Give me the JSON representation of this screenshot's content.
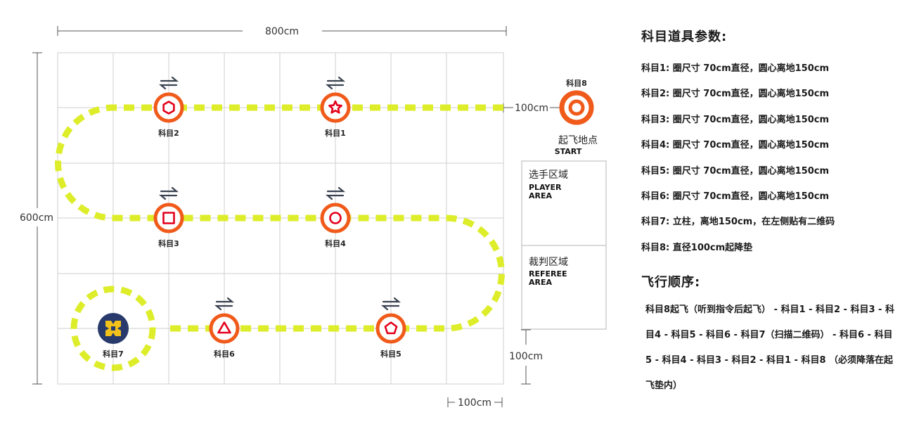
{
  "diagram": {
    "dimensions": {
      "width": "800cm",
      "height": "600cm",
      "bottom_gap": "100cm",
      "start_gap": "100cm",
      "bottom_width": "100cm"
    },
    "subjects": [
      {
        "id": "s1",
        "label": "科目1",
        "symbol": "star"
      },
      {
        "id": "s2",
        "label": "科目2",
        "symbol": "hexagon"
      },
      {
        "id": "s3",
        "label": "科目3",
        "symbol": "square"
      },
      {
        "id": "s4",
        "label": "科目4",
        "symbol": "circle"
      },
      {
        "id": "s5",
        "label": "科目5",
        "symbol": "pentagon"
      },
      {
        "id": "s6",
        "label": "科目6",
        "symbol": "triangle"
      },
      {
        "id": "s7",
        "label": "科目7",
        "symbol": "qr-pillar"
      },
      {
        "id": "s8",
        "label": "科目8",
        "symbol": "target"
      }
    ],
    "start": {
      "cn": "起飞地点",
      "en": "START"
    },
    "areas": [
      {
        "id": "player",
        "cn": "选手区域",
        "en_line1": "PLAYER",
        "en_line2": "AREA"
      },
      {
        "id": "referee",
        "cn": "裁判区域",
        "en_line1": "REFEREE",
        "en_line2": "AREA"
      }
    ],
    "colors": {
      "ring": "#f05a1a",
      "symbol": "#e3001b",
      "path": "#dded2a",
      "pillar": "#283a6b",
      "pillar_icon": "#f2c21b",
      "grid": "#cfcfcf",
      "arrow": "#3a4250"
    },
    "icons": {
      "direction": "swap-arrows-icon"
    }
  },
  "panel": {
    "params_title": "科目道具参数:",
    "params": [
      "科目1: 圈尺寸 70cm直径，圆心离地150cm",
      "科目2: 圈尺寸 70cm直径，圆心离地150cm",
      "科目3: 圈尺寸 70cm直径，圆心离地150cm",
      "科目4: 圈尺寸 70cm直径，圆心离地150cm",
      "科目5: 圈尺寸 70cm直径，圆心离地150cm",
      "科目6: 圈尺寸 70cm直径，圆心离地150cm",
      "科目7: 立柱，离地150cm，在左侧贴有二维码",
      "科目8: 直径100cm起降垫"
    ],
    "order_title": "飞行顺序:",
    "order_text": "科目8起飞（听到指令后起飞） - 科目1 - 科目2 - 科目3 - 科目4 - 科目5 - 科目6 - 科目7（扫描二维码） - 科目6 - 科目5 - 科目4 - 科目3 - 科目2 - 科目1 - 科目8 （必须降落在起飞垫内）"
  }
}
